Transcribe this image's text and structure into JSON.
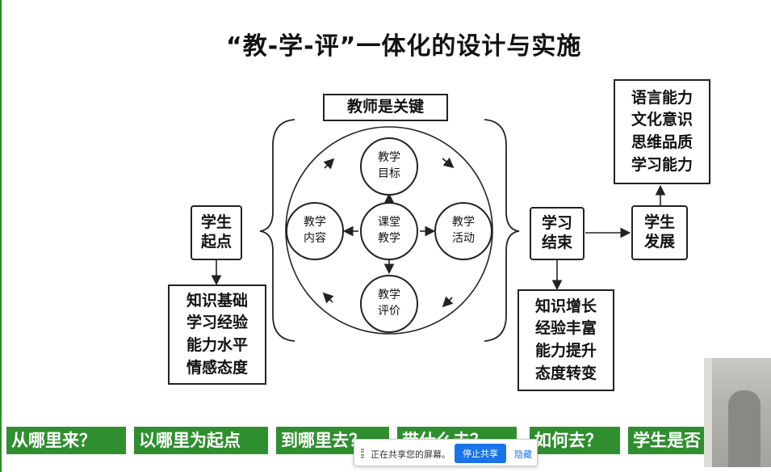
{
  "slide": {
    "title": "“教-学-评”一体化的设计与实施",
    "diagram": {
      "top_label": "教师是关键",
      "student_start": [
        "学生",
        "起点"
      ],
      "start_contents": [
        "知识基础",
        "学习经验",
        "能力水平",
        "情感态度"
      ],
      "center": [
        "课堂",
        "教学"
      ],
      "goals": [
        "教学",
        "目标"
      ],
      "activities": [
        "教学",
        "活动"
      ],
      "evaluation": [
        "教学",
        "评价"
      ],
      "content": [
        "教学",
        "内容"
      ],
      "learning_end": [
        "学习",
        "结束"
      ],
      "end_contents": [
        "知识增长",
        "经验丰富",
        "能力提升",
        "态度转变"
      ],
      "student_dev": [
        "学生",
        "发展"
      ],
      "dev_contents": [
        "语言能力",
        "文化意识",
        "思维品质",
        "学习能力"
      ]
    },
    "questions": [
      "从哪里来？",
      "以哪里为起点",
      "到哪里去？",
      "带什么去？",
      "如何去？",
      "学生是否"
    ]
  },
  "share_bar": {
    "message": "正在共享您的屏幕。",
    "stop_label": "停止共享",
    "hide_label": "隐藏"
  },
  "colors": {
    "accent_green": "#2f8f2f",
    "button_blue": "#1a73e8"
  }
}
